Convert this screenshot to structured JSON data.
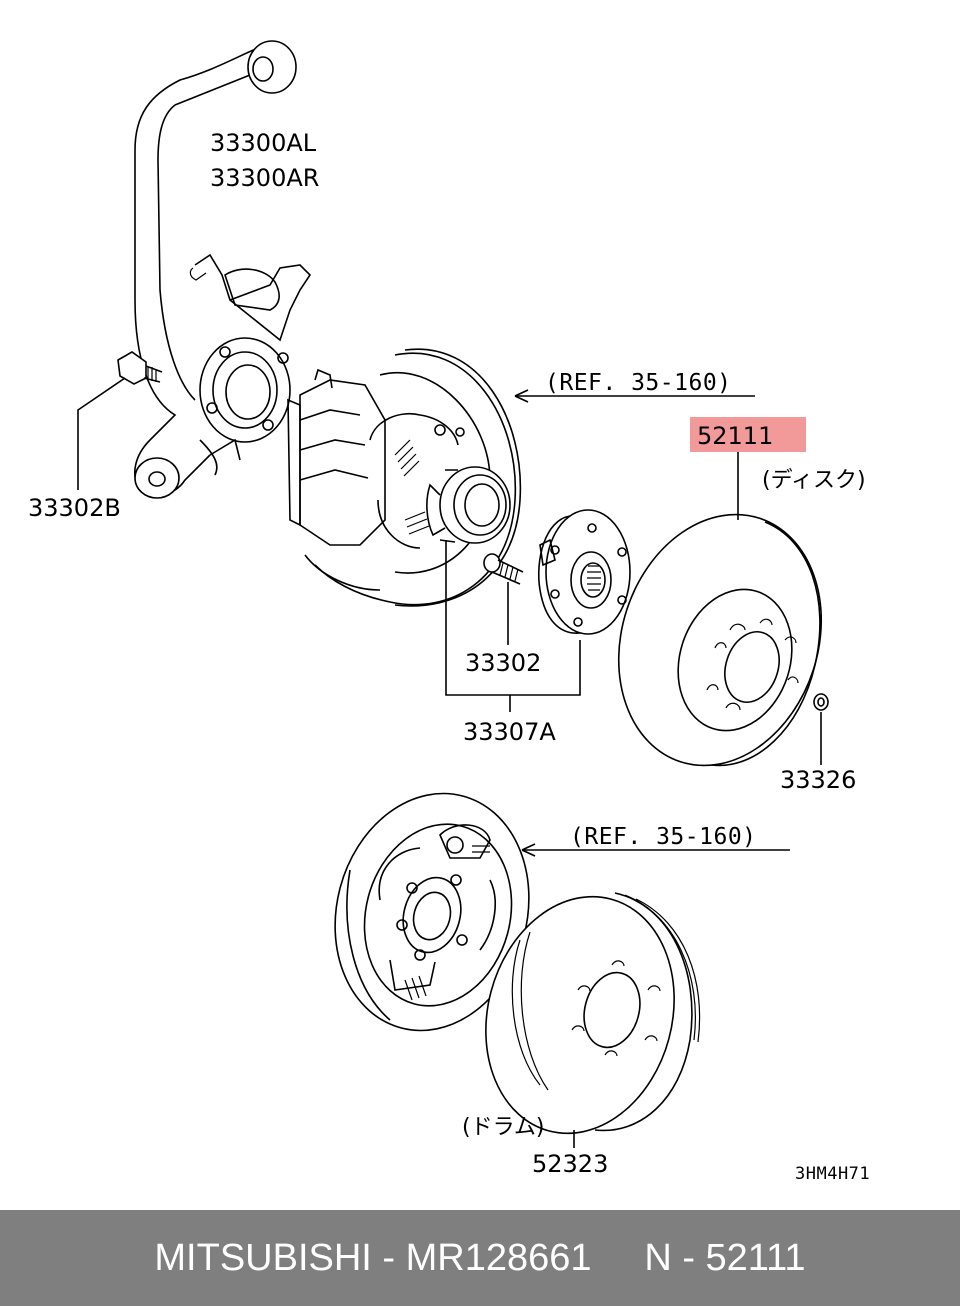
{
  "colors": {
    "highlight": "#f29a9a",
    "footer_bg": "#7f7f7f",
    "footer_text": "#ffffff",
    "line": "#000000"
  },
  "labels": {
    "knuckle_l": "33300AL",
    "knuckle_r": "33300AR",
    "bolt_knuckle": "33302B",
    "ref_top": "(REF. 35-160)",
    "disc_part": "52111",
    "disc_note": "(ディスク)",
    "hub_bolt": "33302",
    "hub_assy": "33307A",
    "nut": "33326",
    "ref_bottom": "(REF. 35-160)",
    "drum_note": "(ドラム)",
    "drum_part": "52323",
    "drawing_code": "3HM4H71"
  },
  "footer": {
    "text": "MITSUBISHI - MR128661     N - 52111"
  }
}
